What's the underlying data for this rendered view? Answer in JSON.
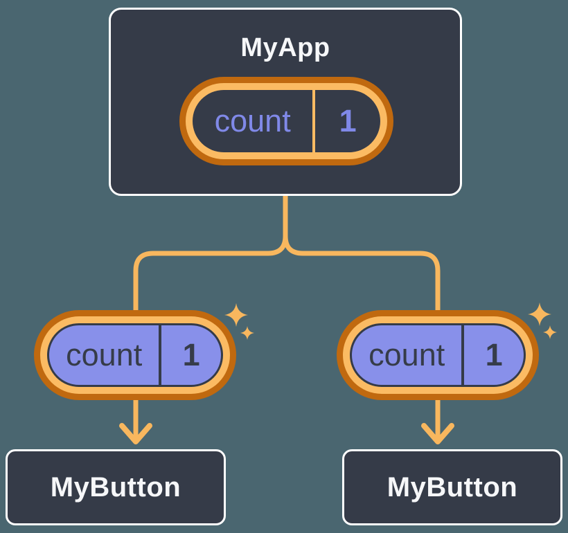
{
  "root": {
    "title": "MyApp",
    "state": {
      "name": "count",
      "value": "1"
    }
  },
  "children": [
    {
      "label": "MyButton",
      "state": {
        "name": "count",
        "value": "1"
      }
    },
    {
      "label": "MyButton",
      "state": {
        "name": "count",
        "value": "1"
      }
    }
  ],
  "colors": {
    "canvas-bg": "#4A6670",
    "card-bg": "#353B48",
    "card-border": "#FFFFFF",
    "title-text": "#F6F7F9",
    "pill-outer-ring": "#C0690F",
    "pill-inner-ring": "#FBBB63",
    "pill-fill-child": "#8890EA",
    "pill-text-root": "#8089E8",
    "pill-text-child": "#363C49",
    "connector": "#F8B75E"
  }
}
